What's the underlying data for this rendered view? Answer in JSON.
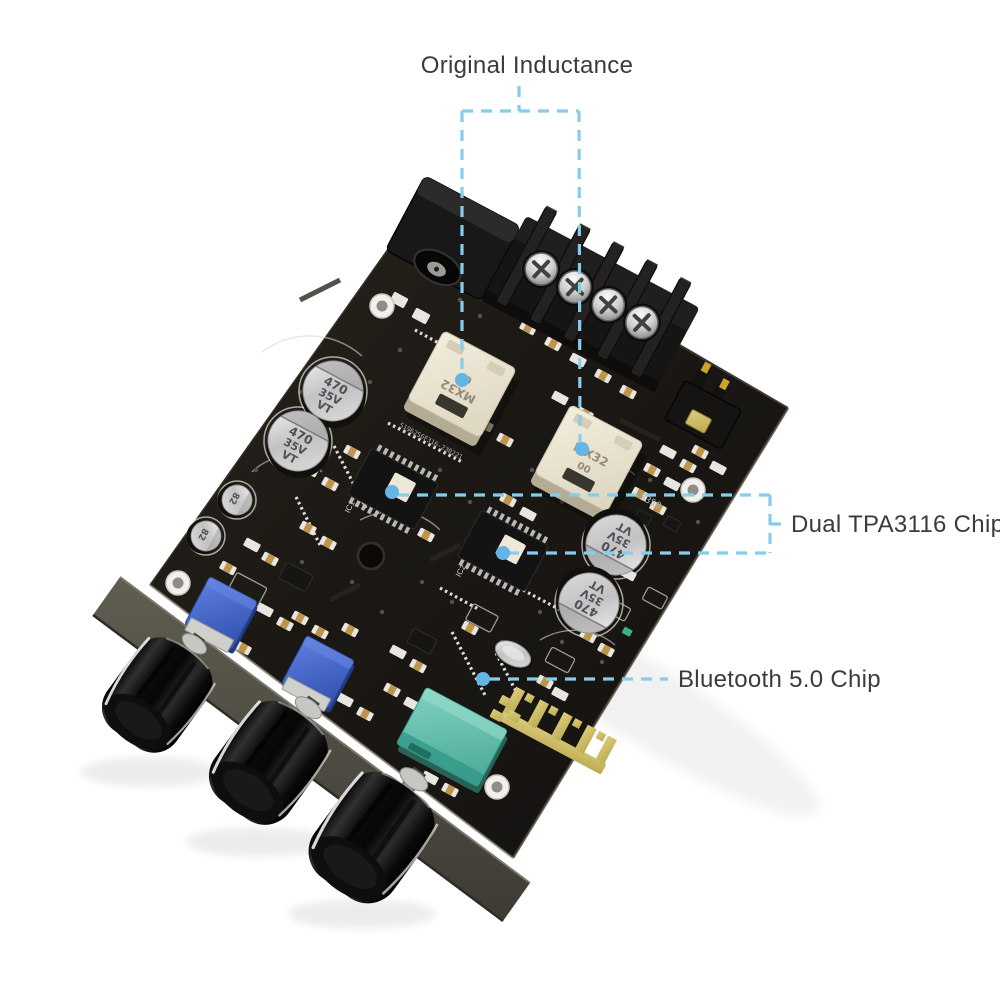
{
  "page": {
    "background": "#ffffff"
  },
  "callouts": {
    "original_inductance": "Original Inductance",
    "dual_tpa3116": "Dual TPA3116 Chip",
    "bluetooth_chip": "Bluetooth 5.0 Chip",
    "line_color": "#86ccec",
    "dot_color": "#64b4e4",
    "text_color": "#3b3b3b"
  },
  "board": {
    "large_capacitor_marking": {
      "line1": "470",
      "line2": "35V",
      "line3": "VT"
    },
    "small_capacitor_marking": "82",
    "inductor_marking": {
      "line1": "MX32",
      "line2": "00"
    },
    "chip1_label": "IC1",
    "chip2_label": "IC2",
    "silkscreen_code": "5350",
    "silkscreen_serial": "51962S6F316-230221",
    "plus_mark": "+",
    "colors": {
      "pcb": "#1b1814",
      "silkscreen": "#dedbd2",
      "inductor_cream": "#e9e2cf",
      "capacitor_silver": "#d6d6d6",
      "trimmer_blue": "#3f62c1",
      "jack_teal": "#5ec0ae",
      "antenna_gold": "#cdbd6d",
      "knob_black": "#0d0c0c",
      "front_panel": "#53514a"
    }
  }
}
